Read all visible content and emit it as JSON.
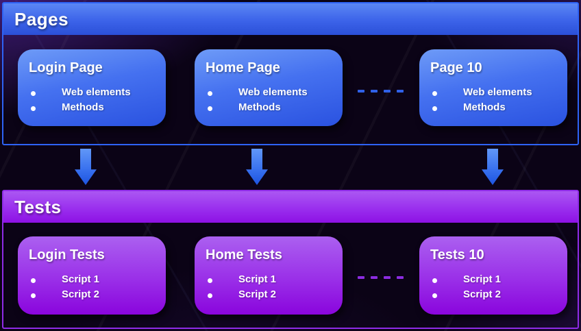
{
  "pages_section": {
    "title": "Pages",
    "cards": [
      {
        "title": "Login Page",
        "items": [
          "Web elements",
          "Methods"
        ]
      },
      {
        "title": "Home Page",
        "items": [
          "Web elements",
          "Methods"
        ]
      },
      {
        "title": "Page 10",
        "items": [
          "Web elements",
          "Methods"
        ]
      }
    ]
  },
  "tests_section": {
    "title": "Tests",
    "cards": [
      {
        "title": "Login Tests",
        "items": [
          "Script 1",
          "Script 2"
        ]
      },
      {
        "title": "Home Tests",
        "items": [
          "Script 1",
          "Script 2"
        ]
      },
      {
        "title": "Tests 10",
        "items": [
          "Script 1",
          "Script 2"
        ]
      }
    ]
  },
  "colors": {
    "pages_accent": "#2e63f6",
    "pages_header_top": "#5b87f4",
    "pages_header_bottom": "#2b50d8",
    "pages_card_top": "#6e9bf7",
    "pages_card_bottom": "#2a52e0",
    "tests_accent": "#8f2be8",
    "tests_header_top": "#ab57f2",
    "tests_header_bottom": "#8d11e4",
    "tests_card_top": "#ab60f0",
    "tests_card_bottom": "#8a05dd",
    "arrow_blue": "#3a72ef",
    "background": "#0b0316",
    "text": "#ffffff"
  }
}
